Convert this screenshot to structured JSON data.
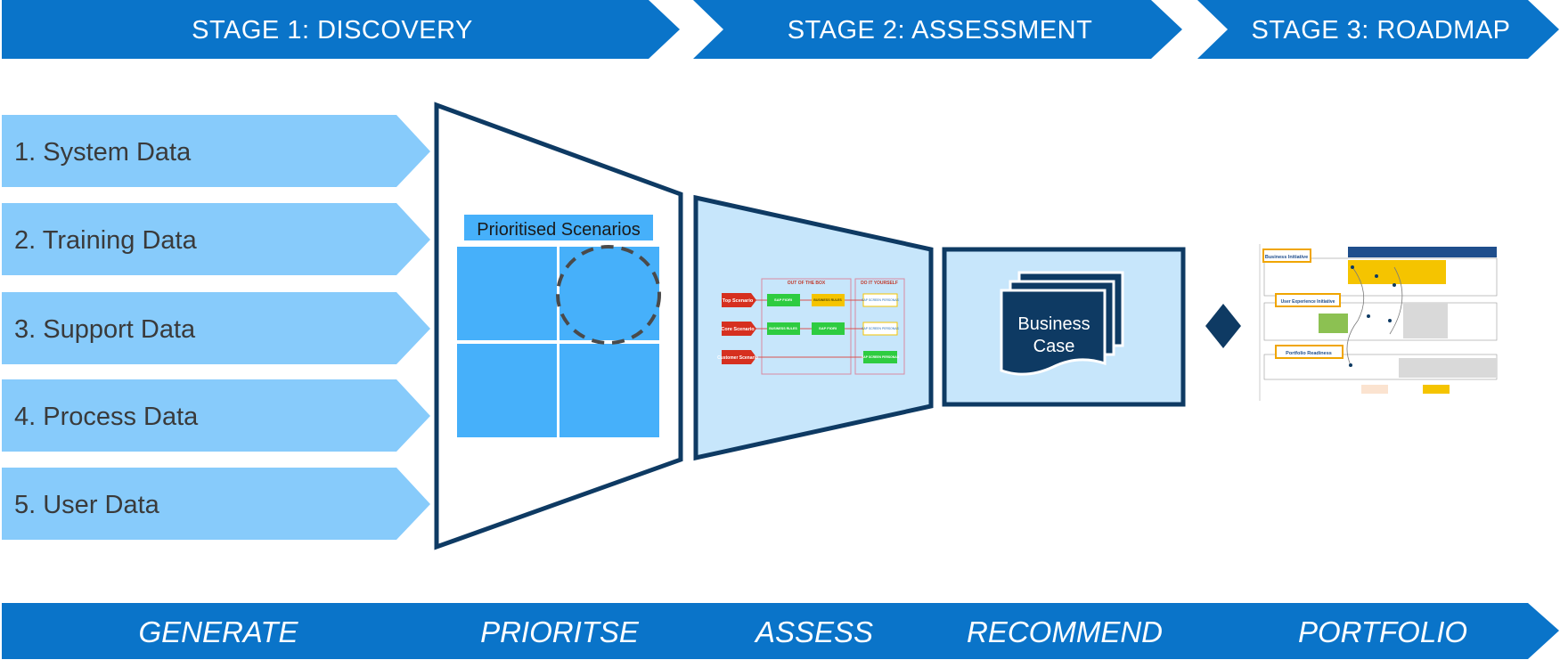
{
  "stages": [
    {
      "label": "STAGE 1: DISCOVERY"
    },
    {
      "label": "STAGE 2: ASSESSMENT"
    },
    {
      "label": "STAGE 3: ROADMAP"
    }
  ],
  "inputs": [
    {
      "label": "1. System Data"
    },
    {
      "label": "2. Training Data"
    },
    {
      "label": "3. Support Data"
    },
    {
      "label": "4. Process Data"
    },
    {
      "label": "5. User Data"
    }
  ],
  "prioritise": {
    "title": "Prioritised Scenarios"
  },
  "assessment": {
    "columns": [
      "OUT OF THE BOX",
      "DO IT YOURSELF"
    ],
    "rows": [
      {
        "label": "Top Scenario",
        "boxes": [
          "SAP FIORI",
          "BUSINESS RULES",
          "SAP SCREEN PERSONAS"
        ]
      },
      {
        "label": "Core Scenario",
        "boxes": [
          "BUSINESS RULES",
          "SAP FIORI",
          "SAP SCREEN PERSONAS"
        ]
      },
      {
        "label": "Customer Scenario",
        "boxes": [
          "SAP SCREEN PERSONAS"
        ]
      }
    ]
  },
  "business_case": {
    "line1": "Business",
    "line2": "Case"
  },
  "roadmap": {
    "sections": [
      "Business Initiative",
      "User Experience Initiative",
      "Portfolio Readiness"
    ]
  },
  "bottom_steps": [
    {
      "label": "GENERATE"
    },
    {
      "label": "PRIORITSE"
    },
    {
      "label": "ASSESS"
    },
    {
      "label": "RECOMMEND"
    },
    {
      "label": "PORTFOLIO"
    }
  ],
  "colors": {
    "banner_blue": "#0a74c9",
    "input_blue": "#87cbfb",
    "funnel_navy": "#0e3a63",
    "light_fill": "#c7e6fb",
    "quadrant_blue": "#46b0fa",
    "diamond": "#0e3a63"
  }
}
